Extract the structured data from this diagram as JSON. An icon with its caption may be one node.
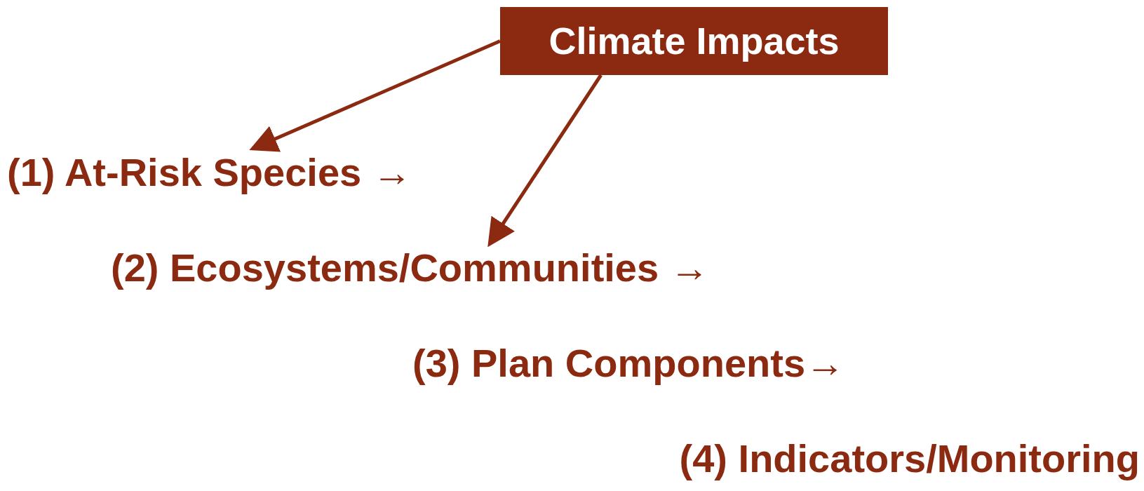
{
  "diagram": {
    "nodes": [
      {
        "text": [
          "Climate Impacts"
        ]
      },
      {
        "text": [
          "(1) At-Risk Species →"
        ]
      },
      {
        "text": [
          "(2) Ecosystems/Communities →"
        ]
      },
      {
        "text": [
          "(3) Plan Components→"
        ]
      },
      {
        "text": [
          "(4) Indicators/Monitoring"
        ]
      }
    ],
    "edges": [
      {
        "from": 0,
        "to": 1,
        "arrow": "to"
      },
      {
        "from": 0,
        "to": 2,
        "arrow": "to"
      }
    ]
  }
}
